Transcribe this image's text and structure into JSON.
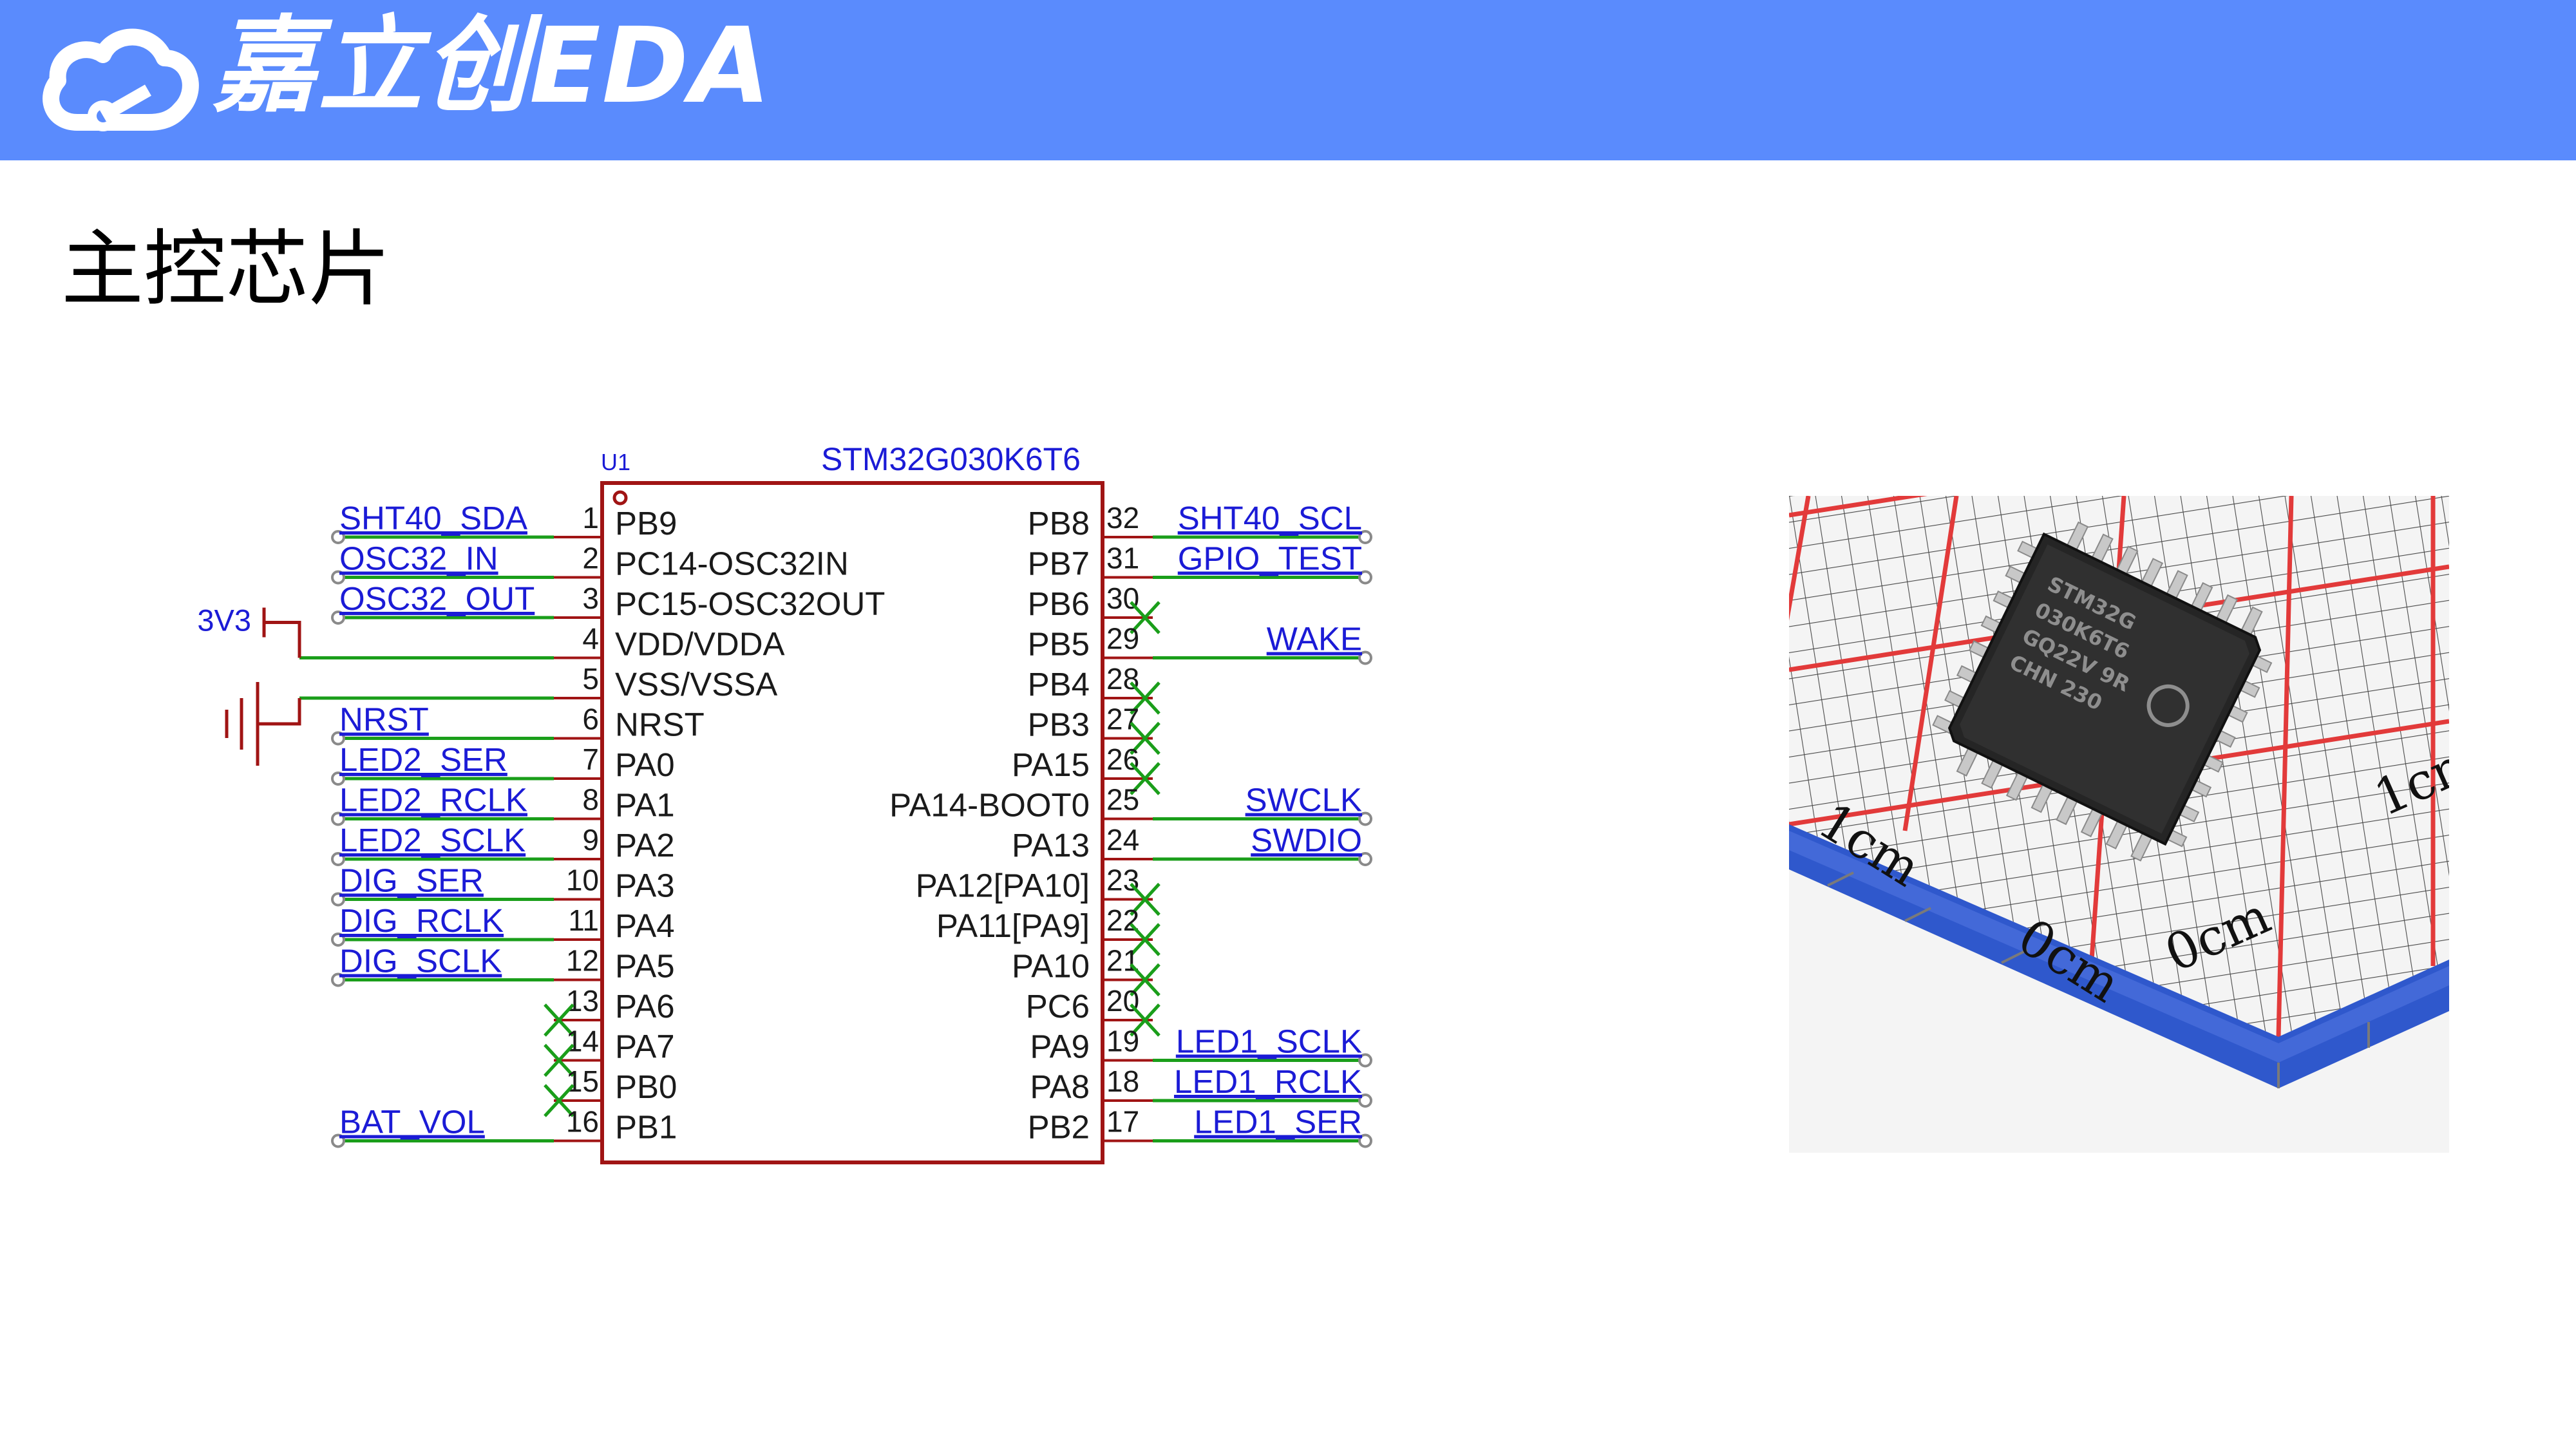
{
  "header": {
    "brand": "嘉立创EDA"
  },
  "page": {
    "title": "主控芯片"
  },
  "schematic": {
    "designator": "U1",
    "part": "STM32G030K6T6",
    "power_label": "3V3",
    "left_pins": [
      {
        "num": "1",
        "name": "PB9",
        "net": "SHT40_SDA"
      },
      {
        "num": "2",
        "name": "PC14-OSC32IN",
        "net": "OSC32_IN"
      },
      {
        "num": "3",
        "name": "PC15-OSC32OUT",
        "net": "OSC32_OUT"
      },
      {
        "num": "4",
        "name": "VDD/VDDA",
        "net": ""
      },
      {
        "num": "5",
        "name": "VSS/VSSA",
        "net": ""
      },
      {
        "num": "6",
        "name": "NRST",
        "net": "NRST"
      },
      {
        "num": "7",
        "name": "PA0",
        "net": "LED2_SER"
      },
      {
        "num": "8",
        "name": "PA1",
        "net": "LED2_RCLK"
      },
      {
        "num": "9",
        "name": "PA2",
        "net": "LED2_SCLK"
      },
      {
        "num": "10",
        "name": "PA3",
        "net": "DIG_SER"
      },
      {
        "num": "11",
        "name": "PA4",
        "net": "DIG_RCLK"
      },
      {
        "num": "12",
        "name": "PA5",
        "net": "DIG_SCLK"
      },
      {
        "num": "13",
        "name": "PA6",
        "net": ""
      },
      {
        "num": "14",
        "name": "PA7",
        "net": ""
      },
      {
        "num": "15",
        "name": "PB0",
        "net": ""
      },
      {
        "num": "16",
        "name": "PB1",
        "net": "BAT_VOL"
      }
    ],
    "right_pins": [
      {
        "num": "32",
        "name": "PB8",
        "net": "SHT40_SCL"
      },
      {
        "num": "31",
        "name": "PB7",
        "net": "GPIO_TEST"
      },
      {
        "num": "30",
        "name": "PB6",
        "net": ""
      },
      {
        "num": "29",
        "name": "PB5",
        "net": "WAKE"
      },
      {
        "num": "28",
        "name": "PB4",
        "net": ""
      },
      {
        "num": "27",
        "name": "PB3",
        "net": ""
      },
      {
        "num": "26",
        "name": "PA15",
        "net": ""
      },
      {
        "num": "25",
        "name": "PA14-BOOT0",
        "net": "SWCLK"
      },
      {
        "num": "24",
        "name": "PA13",
        "net": "SWDIO"
      },
      {
        "num": "23",
        "name": "PA12[PA10]",
        "net": ""
      },
      {
        "num": "22",
        "name": "PA11[PA9]",
        "net": ""
      },
      {
        "num": "21",
        "name": "PA10",
        "net": ""
      },
      {
        "num": "20",
        "name": "PC6",
        "net": ""
      },
      {
        "num": "19",
        "name": "PA9",
        "net": "LED1_SCLK"
      },
      {
        "num": "18",
        "name": "PA8",
        "net": "LED1_RCLK"
      },
      {
        "num": "17",
        "name": "PB2",
        "net": "LED1_SER"
      }
    ]
  },
  "photo": {
    "chip_marking": [
      "STM32G",
      "030K6T6",
      "GQ22V 9R",
      "CHN 230"
    ],
    "scale_labels": [
      "1cm",
      "0cm",
      "0cm",
      "1cm"
    ]
  },
  "colors": {
    "banner": "#5a8bfd",
    "wire": "#1a9e1a",
    "component": "#a01414",
    "net_text": "#1b1bd6",
    "pin_text": "#1a1a1a"
  }
}
